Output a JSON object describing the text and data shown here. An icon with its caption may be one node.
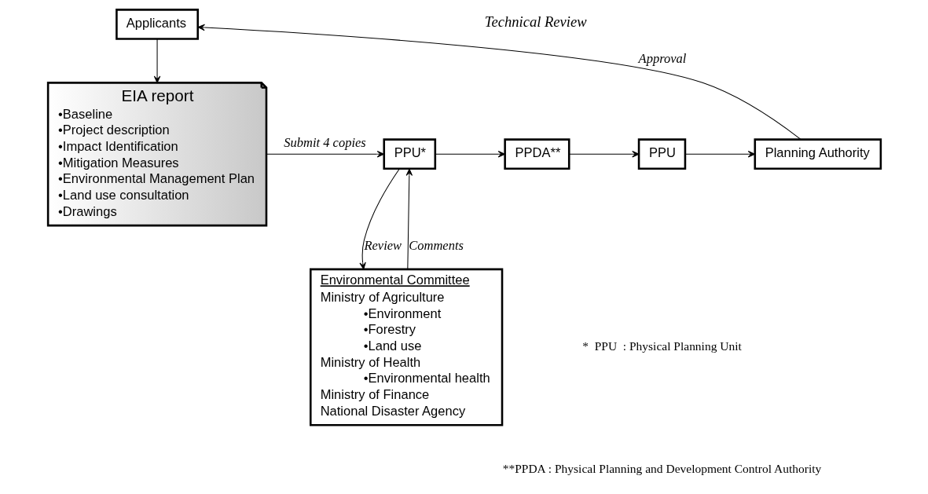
{
  "diagram": {
    "nodes": [
      {
        "text": [
          "Applicants"
        ]
      },
      {
        "text": [
          "EIA report",
          "•Baseline",
          "•Project description",
          "•Impact Identification",
          "•Mitigation Measures",
          "•Environmental Management Plan",
          "•Land use consultation",
          "•Drawings"
        ]
      },
      {
        "text": [
          "PPU*"
        ]
      },
      {
        "text": [
          "PPDA**"
        ]
      },
      {
        "text": [
          "PPU"
        ]
      },
      {
        "text": [
          "Planning Authority"
        ]
      },
      {
        "text": [
          "Environmental Committee",
          "Ministry of Agriculture",
          "•Environment",
          "•Forestry",
          "•Land use",
          "Ministry of Health",
          "•Environmental health",
          "Ministry of Finance",
          "National Disaster Agency"
        ]
      }
    ],
    "edges": [
      {
        "from": 0,
        "to": 1,
        "arrow": "to"
      },
      {
        "from": 1,
        "to": 2,
        "arrow": "to",
        "label": "Submit 4 copies"
      },
      {
        "from": 2,
        "to": 3,
        "arrow": "to"
      },
      {
        "from": 3,
        "to": 4,
        "arrow": "to"
      },
      {
        "from": 4,
        "to": 5,
        "arrow": "to"
      },
      {
        "from": 5,
        "to": 0,
        "arrow": "to",
        "label": "Approval"
      },
      {
        "from": 2,
        "to": 6,
        "arrow": "to",
        "label": "Review"
      },
      {
        "from": 6,
        "to": 2,
        "arrow": "to",
        "label": "Comments"
      }
    ],
    "labels": [
      "Technical Review",
      "*  PPU  : Physical Planning Unit",
      "**PPDA : Physical Planning and Development Control Authority"
    ]
  }
}
